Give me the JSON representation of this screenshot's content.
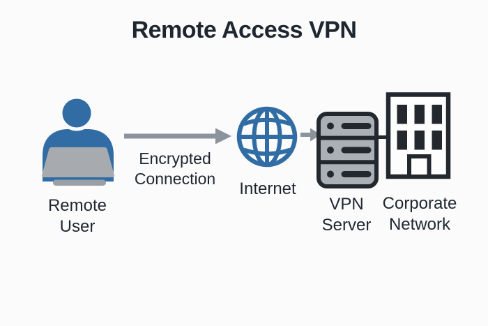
{
  "title": "Remote Access VPN",
  "colors": {
    "background": "#fbfbfb",
    "accent_blue": "#316da4",
    "arrow_gray": "#8b939c",
    "outline_dark": "#23282e",
    "server_fill": "#abb0b6",
    "building_fill": "#fdfdfd",
    "laptop_gray": "#a7abb0",
    "laptop_base_gray": "#9aa0a6",
    "text_dark": "#1e2630"
  },
  "nodes": [
    {
      "id": "remote-user",
      "label": "Remote\nUser",
      "icon": "person-at-laptop-icon"
    },
    {
      "id": "internet",
      "label": "Internet",
      "icon": "globe-icon"
    },
    {
      "id": "vpn-server",
      "label": "VPN\nServer",
      "icon": "server-rack-icon"
    },
    {
      "id": "corporate-network",
      "label": "Corporate\nNetwork",
      "icon": "office-building-icon"
    }
  ],
  "connections": [
    {
      "from": "remote-user",
      "to": "internet",
      "label": "Encrypted\nConnection",
      "type": "arrow"
    },
    {
      "from": "internet",
      "to": "vpn-server",
      "label": "",
      "type": "arrow"
    },
    {
      "from": "vpn-server",
      "to": "corporate-network",
      "label": "",
      "type": "line"
    }
  ]
}
